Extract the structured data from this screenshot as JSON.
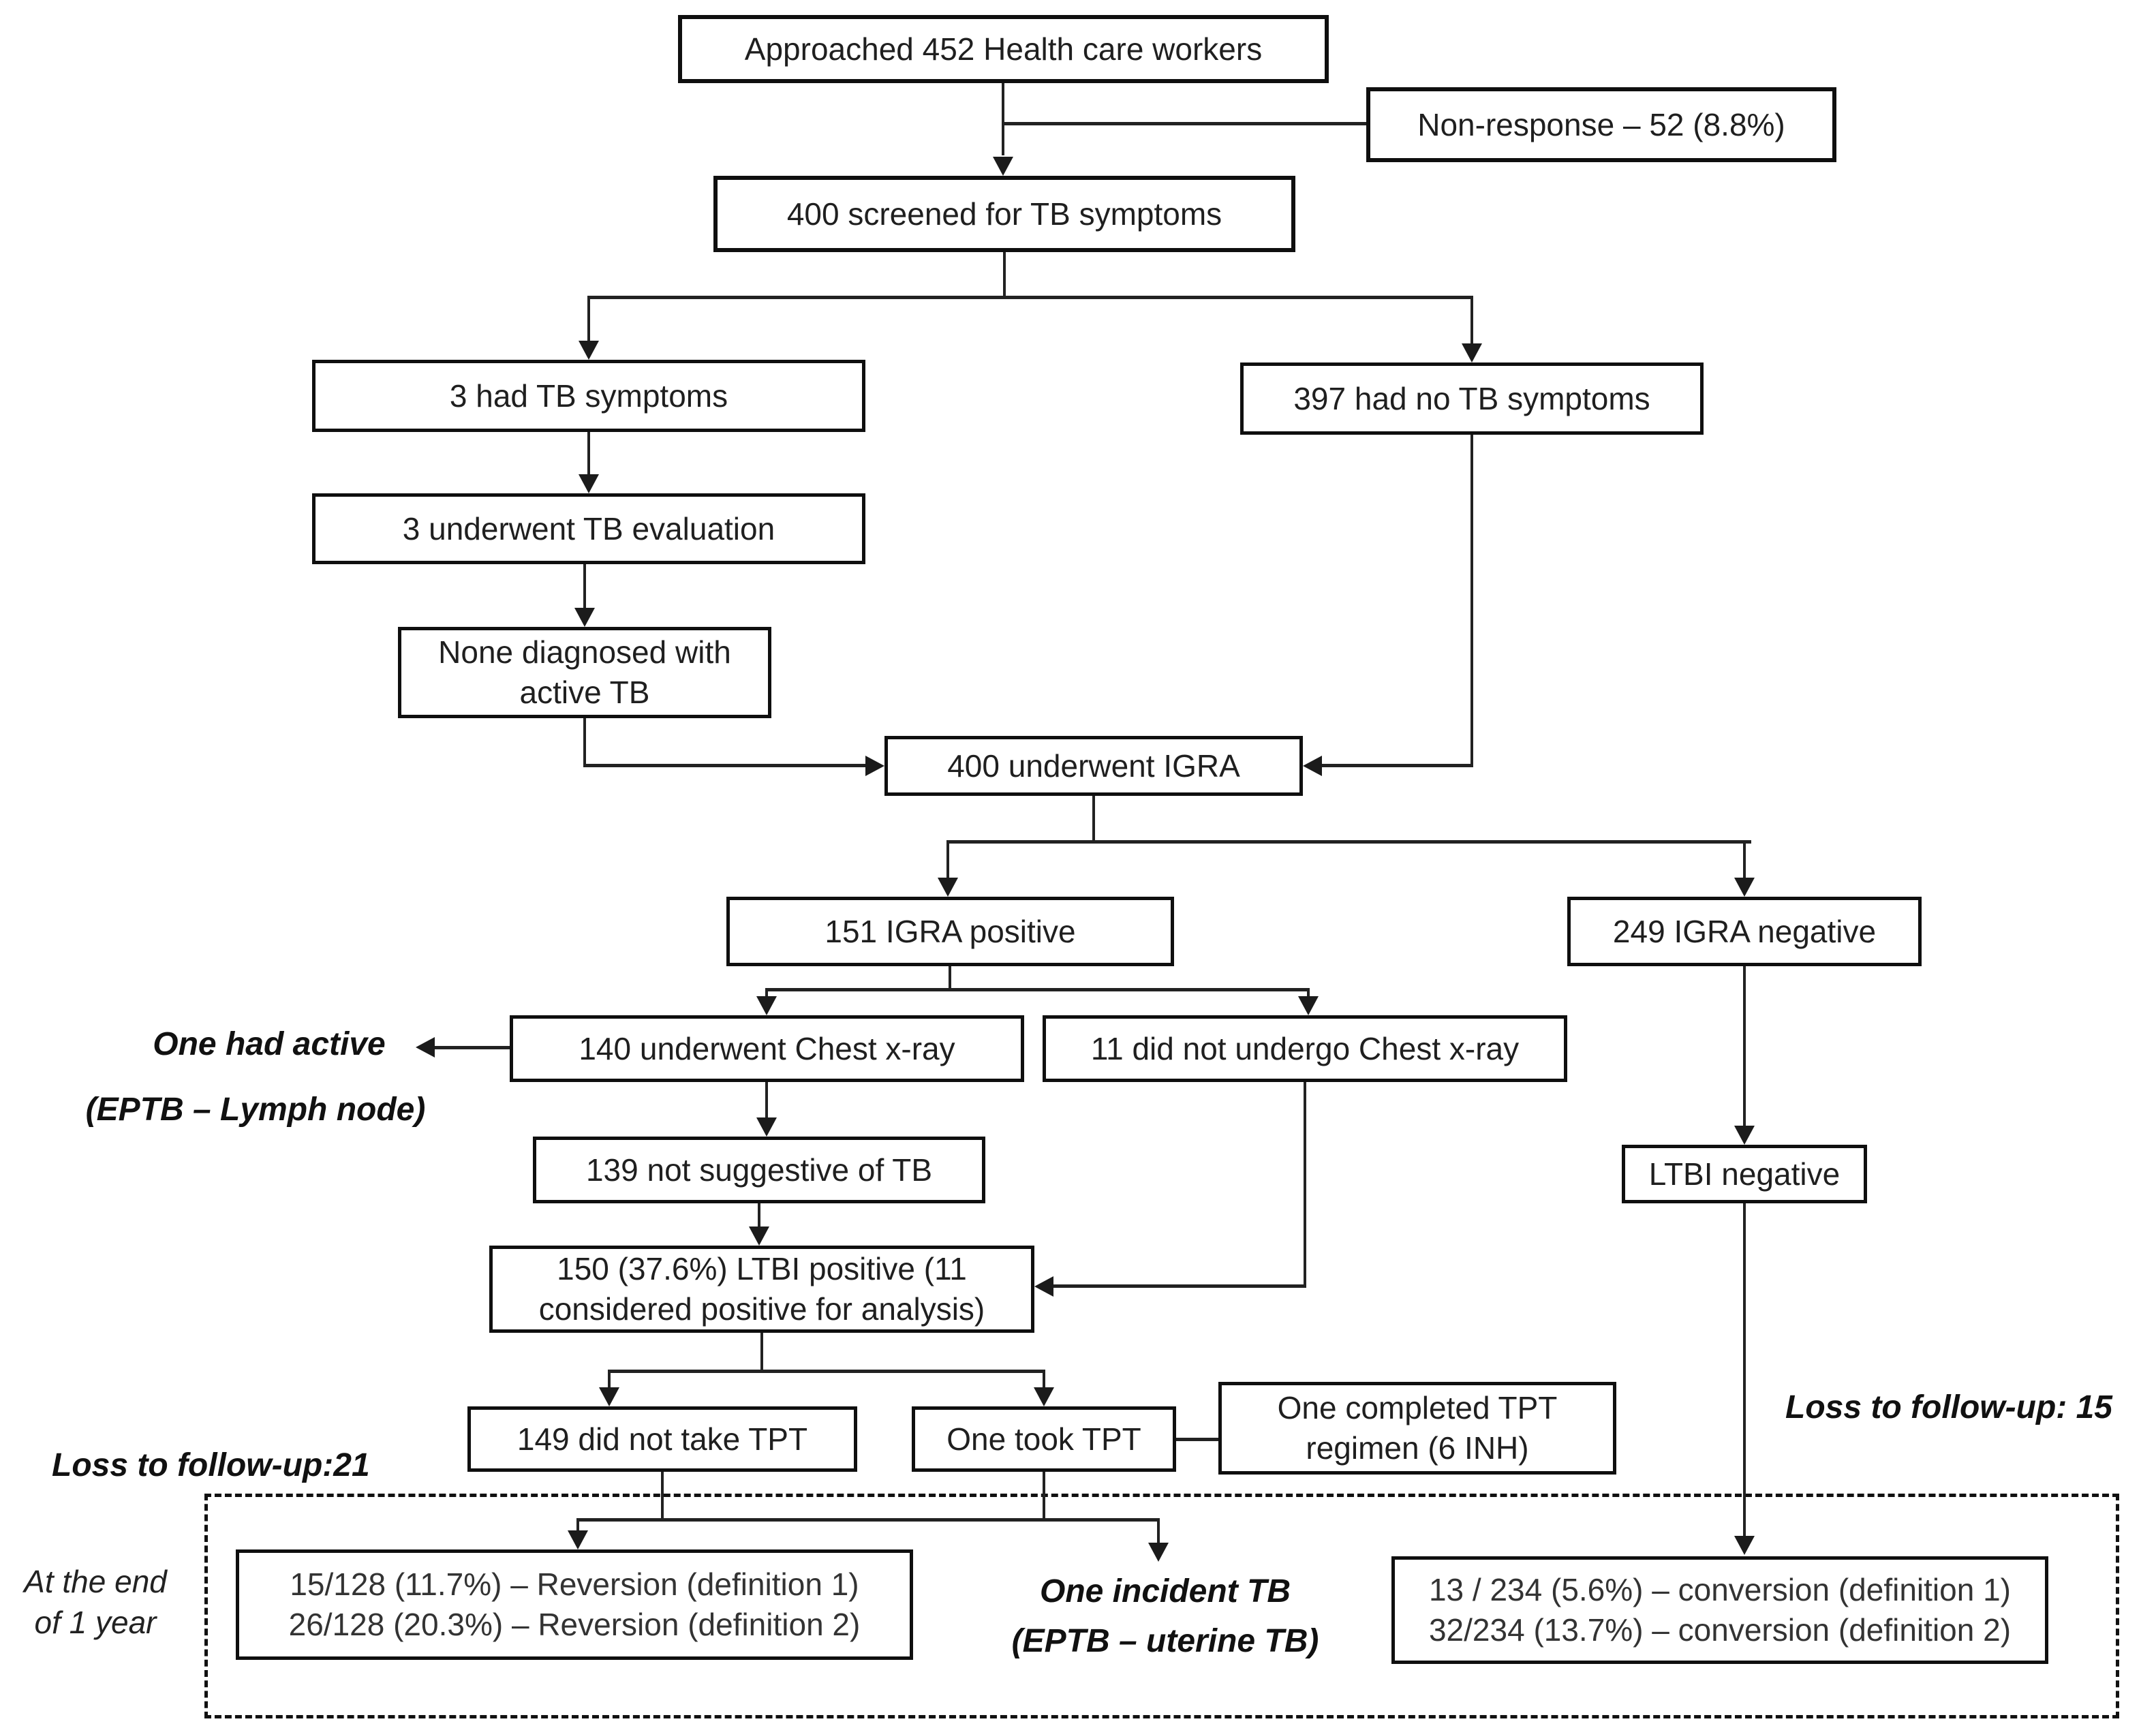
{
  "figure": {
    "background_color": "#ffffff",
    "line_color": "#222222",
    "border_color": "#0f0f0f",
    "nodes": {
      "approached": "Approached 452 Health care workers",
      "non_response": "Non-response – 52 (8.8%)",
      "screened": "400 screened for TB symptoms",
      "had_symptoms": "3 had TB symptoms",
      "no_symptoms": "397 had no TB symptoms",
      "evaluation": "3 underwent TB evaluation",
      "none_diagnosed": "None diagnosed with\nactive TB",
      "underwent_igra": "400 underwent IGRA",
      "igra_positive": "151 IGRA positive",
      "igra_negative": "249 IGRA negative",
      "chest_xray": "140 underwent Chest x-ray",
      "no_chest_xray": "11 did not undergo Chest x-ray",
      "not_suggestive": "139 not suggestive of TB",
      "ltbi_negative": "LTBI negative",
      "ltbi_positive": "150 (37.6%) LTBI positive (11\nconsidered positive for analysis)",
      "no_tpt": "149 did not take TPT",
      "took_tpt": "One took TPT",
      "completed_tpt": "One completed TPT\nregimen (6 INH)",
      "reversion": "15/128 (11.7%) – Reversion (definition 1)\n26/128 (20.3%) – Reversion (definition 2)",
      "conversion": "13 / 234 (5.6%) – conversion (definition 1)\n32/234 (13.7%) – conversion (definition 2)"
    },
    "annotations": {
      "one_had_active": "One had active",
      "eptb_lymph_node": "(EPTB – Lymph node)",
      "loss_to_followup_21": "Loss to follow-up:21",
      "loss_to_followup_15": "Loss to follow-up: 15",
      "at_end_of_year": "At the end\nof 1 year",
      "one_incident_tb": "One incident TB",
      "eptb_uterine_tb": "(EPTB – uterine TB)"
    }
  }
}
